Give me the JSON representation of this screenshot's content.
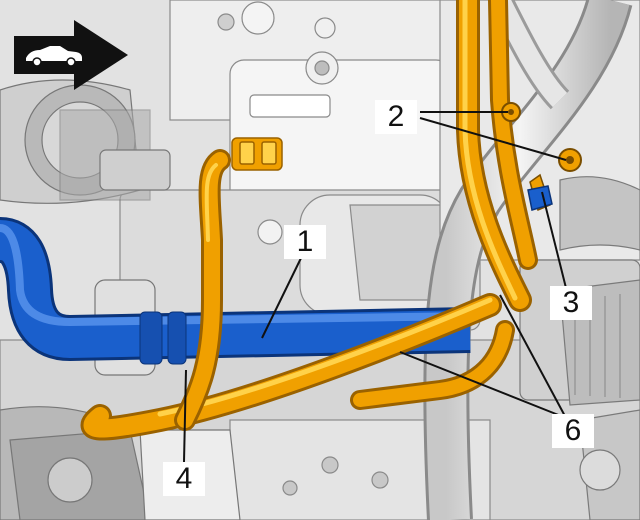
{
  "diagram": {
    "colors": {
      "background": "#e6e6e6",
      "engine_light": "#f2f2f2",
      "engine_mid": "#cfcfcf",
      "engine_dark": "#9a9a9a",
      "blue_pipe": "#1a5fcc",
      "blue_pipe_highlight": "#5a95ee",
      "orange_pipe": "#f0a000",
      "orange_pipe_highlight": "#ffd24a",
      "leader_line": "#111111"
    },
    "icons": {
      "view_direction": "arrow-right-icon",
      "vehicle": "convertible-car-icon"
    },
    "callouts": [
      {
        "id": "c1",
        "label": "1"
      },
      {
        "id": "c2",
        "label": "2"
      },
      {
        "id": "c3",
        "label": "3"
      },
      {
        "id": "c4",
        "label": "4"
      },
      {
        "id": "c6",
        "label": "6"
      }
    ]
  }
}
